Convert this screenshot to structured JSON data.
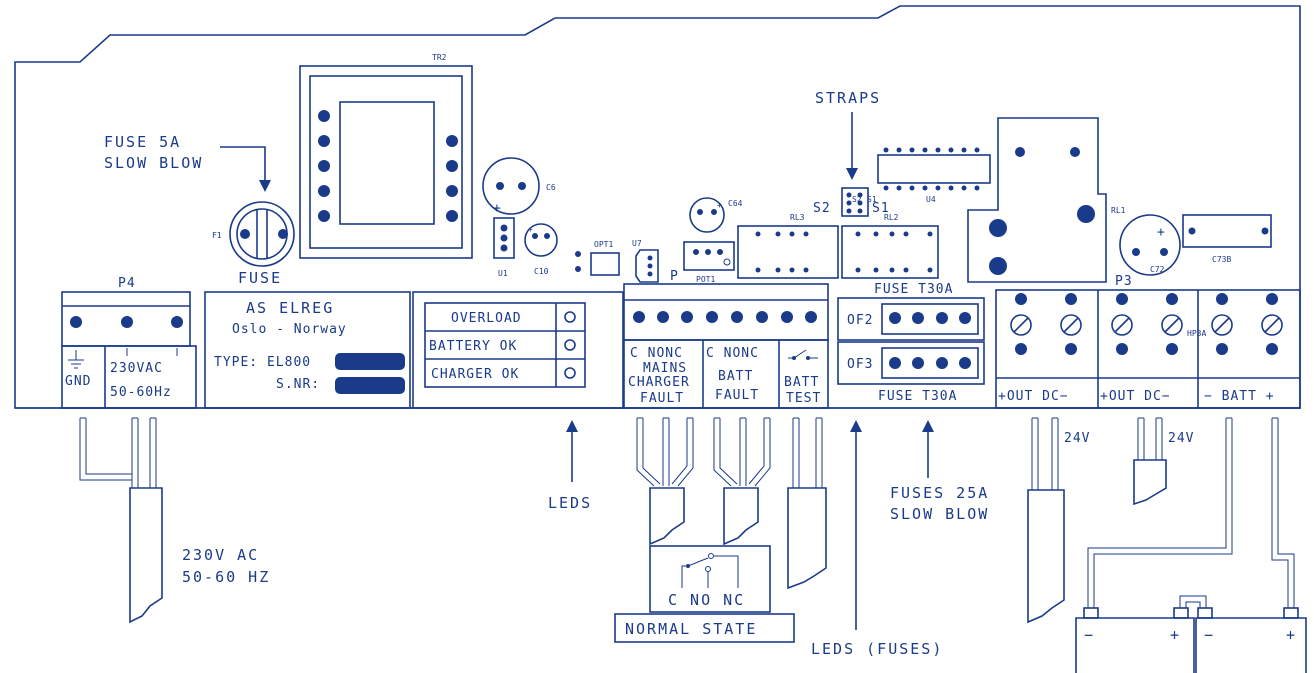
{
  "board": {
    "fuse_callout": {
      "line1": "FUSE 5A",
      "line2": "SLOW BLOW"
    },
    "fuse_label": "FUSE",
    "fuse_ref": "F1",
    "tr2": "TR2",
    "c6": "C6",
    "c10": "C10",
    "u1": "U1",
    "opt1": "OPT1",
    "u7": "U7",
    "p": "P",
    "pot1": "POT1",
    "c64": "C64",
    "rl3": "RL3",
    "rl2": "RL2",
    "straps": "STRAPS",
    "s2": "S2",
    "s1": "S1",
    "s2s": "S2",
    "s1s": "S1",
    "u4": "U4",
    "rl1": "RL1",
    "c72": "C72",
    "c73b": "C73B",
    "p3": "P3",
    "hp3a": "HP3A",
    "p4": "P4"
  },
  "panel": {
    "company": "AS ELREG",
    "city": "Oslo  -  Norway",
    "type_label": "TYPE: EL800",
    "snr_label": "S.NR:"
  },
  "leds_panel": [
    "OVERLOAD",
    "BATTERY OK",
    "CHARGER OK"
  ],
  "terminals": {
    "gnd": "GND",
    "ac_line1": "230VAC",
    "ac_line2": "50-60Hz",
    "mains_top": "C NONC",
    "mains_l1": "MAINS",
    "mains_l2": "CHARGER",
    "mains_l3": "FAULT",
    "batt_top": "C NONC",
    "batt_l1": "BATT",
    "batt_l2": "FAULT",
    "test_l1": "BATT",
    "test_l2": "TEST",
    "fuse_top": "FUSE  T30A",
    "fuse_bottom": "FUSE  T30A",
    "of2": "OF2",
    "of3": "OF3",
    "out1": "+OUT  DC−",
    "out2": "+OUT  DC−",
    "batt": "−  BATT +"
  },
  "callouts": {
    "leds": "LEDS",
    "leds_fuses": "LEDS  (FUSES)",
    "fuses25_l1": "FUSES 25A",
    "fuses25_l2": "SLOW BLOW",
    "ac_l1": "230V AC",
    "ac_l2": "50-60 HZ",
    "v24a": "24V",
    "v24b": "24V",
    "normal_state": "NORMAL STATE",
    "cnonc": "C  NO NC",
    "minus1": "−",
    "plus1": "+",
    "minus2": "−",
    "plus2": "+"
  }
}
